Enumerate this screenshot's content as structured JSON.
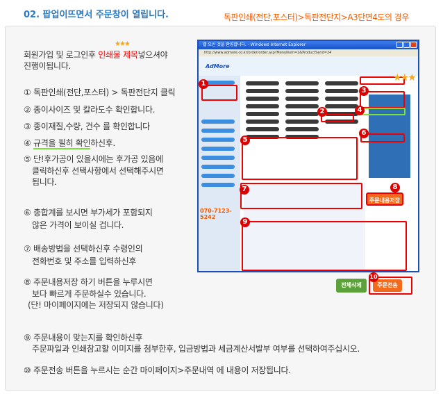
{
  "header": {
    "title": "02. 팝업이뜨면서 주문창이 열립니다.",
    "path": "독판인쇄(전단,포스터)>독판전단지>A3단면4도의 경우"
  },
  "intro": {
    "line1_a": "회원가입 및 로그인후 ",
    "line1_red": "인쇄물 제목",
    "line1_b": "넣으셔야",
    "line2": "진행이됩니다."
  },
  "steps": {
    "s1": "① 독판인쇄(전단,포스터) > 독판전단지 클릭",
    "s2": "② 종이사이즈 및 칼라도수 확인합니다.",
    "s3": "③ 종이재질,수량, 건수 를 확인합니다",
    "s4_prefix": "④ ",
    "s4_ul": "규격을 필히 확인",
    "s4_suffix": "하신후.",
    "s5": [
      "⑤ 단!후가공이 있을시에는 후가공 있음에",
      "클릭하신후 선택사항에서 선택해주시면",
      "됩니다."
    ],
    "s6": [
      "⑥ 총합계를 보시면 부가세가 포함되지",
      "않은 가격이 보이실 겁니다."
    ],
    "s7": [
      "⑦ 배송방법을 선택하신후 수령인의",
      "전화번호 및 주소를 입력하신후"
    ],
    "s8": [
      "⑧ 주문내용저장 하기 버튼을 누루시면",
      "보다 빠르게 주문하실수 있습니다.",
      "(단! 마이페이지에는 저장되지 않습니다)"
    ],
    "s9": [
      "⑨ 주문내용이 맞는지를 확인하신후",
      "주문파일과 인쇄참고할 이미지를 첨부한후, 입금방법과 세금계산서발부 여부를 선택하여주십시오."
    ],
    "s10": "⑩ 주문전송 버튼을 누르시는 순간 마이페이지>주문내역 에 내용이 저장됩니다."
  },
  "screenshot": {
    "window_title": "웹 오신 것을 환영합니다. - Windows Internet Explorer",
    "url": "http://www.admore.co.kr/order/order.asp?MenuNum=2&ProductSend=24",
    "logo": "AdMore",
    "phone": "070-7123-5242",
    "save_button": "주문내용저장",
    "delete_all_button": "전체삭제",
    "submit_button": "주문전송",
    "markers": [
      "1",
      "2",
      "3",
      "4",
      "5",
      "6",
      "7",
      "8",
      "9",
      "10"
    ]
  },
  "colors": {
    "title": "#2a7bc4",
    "path": "#f05a00",
    "highlight": "#e00000",
    "underline": "#7de03a"
  }
}
